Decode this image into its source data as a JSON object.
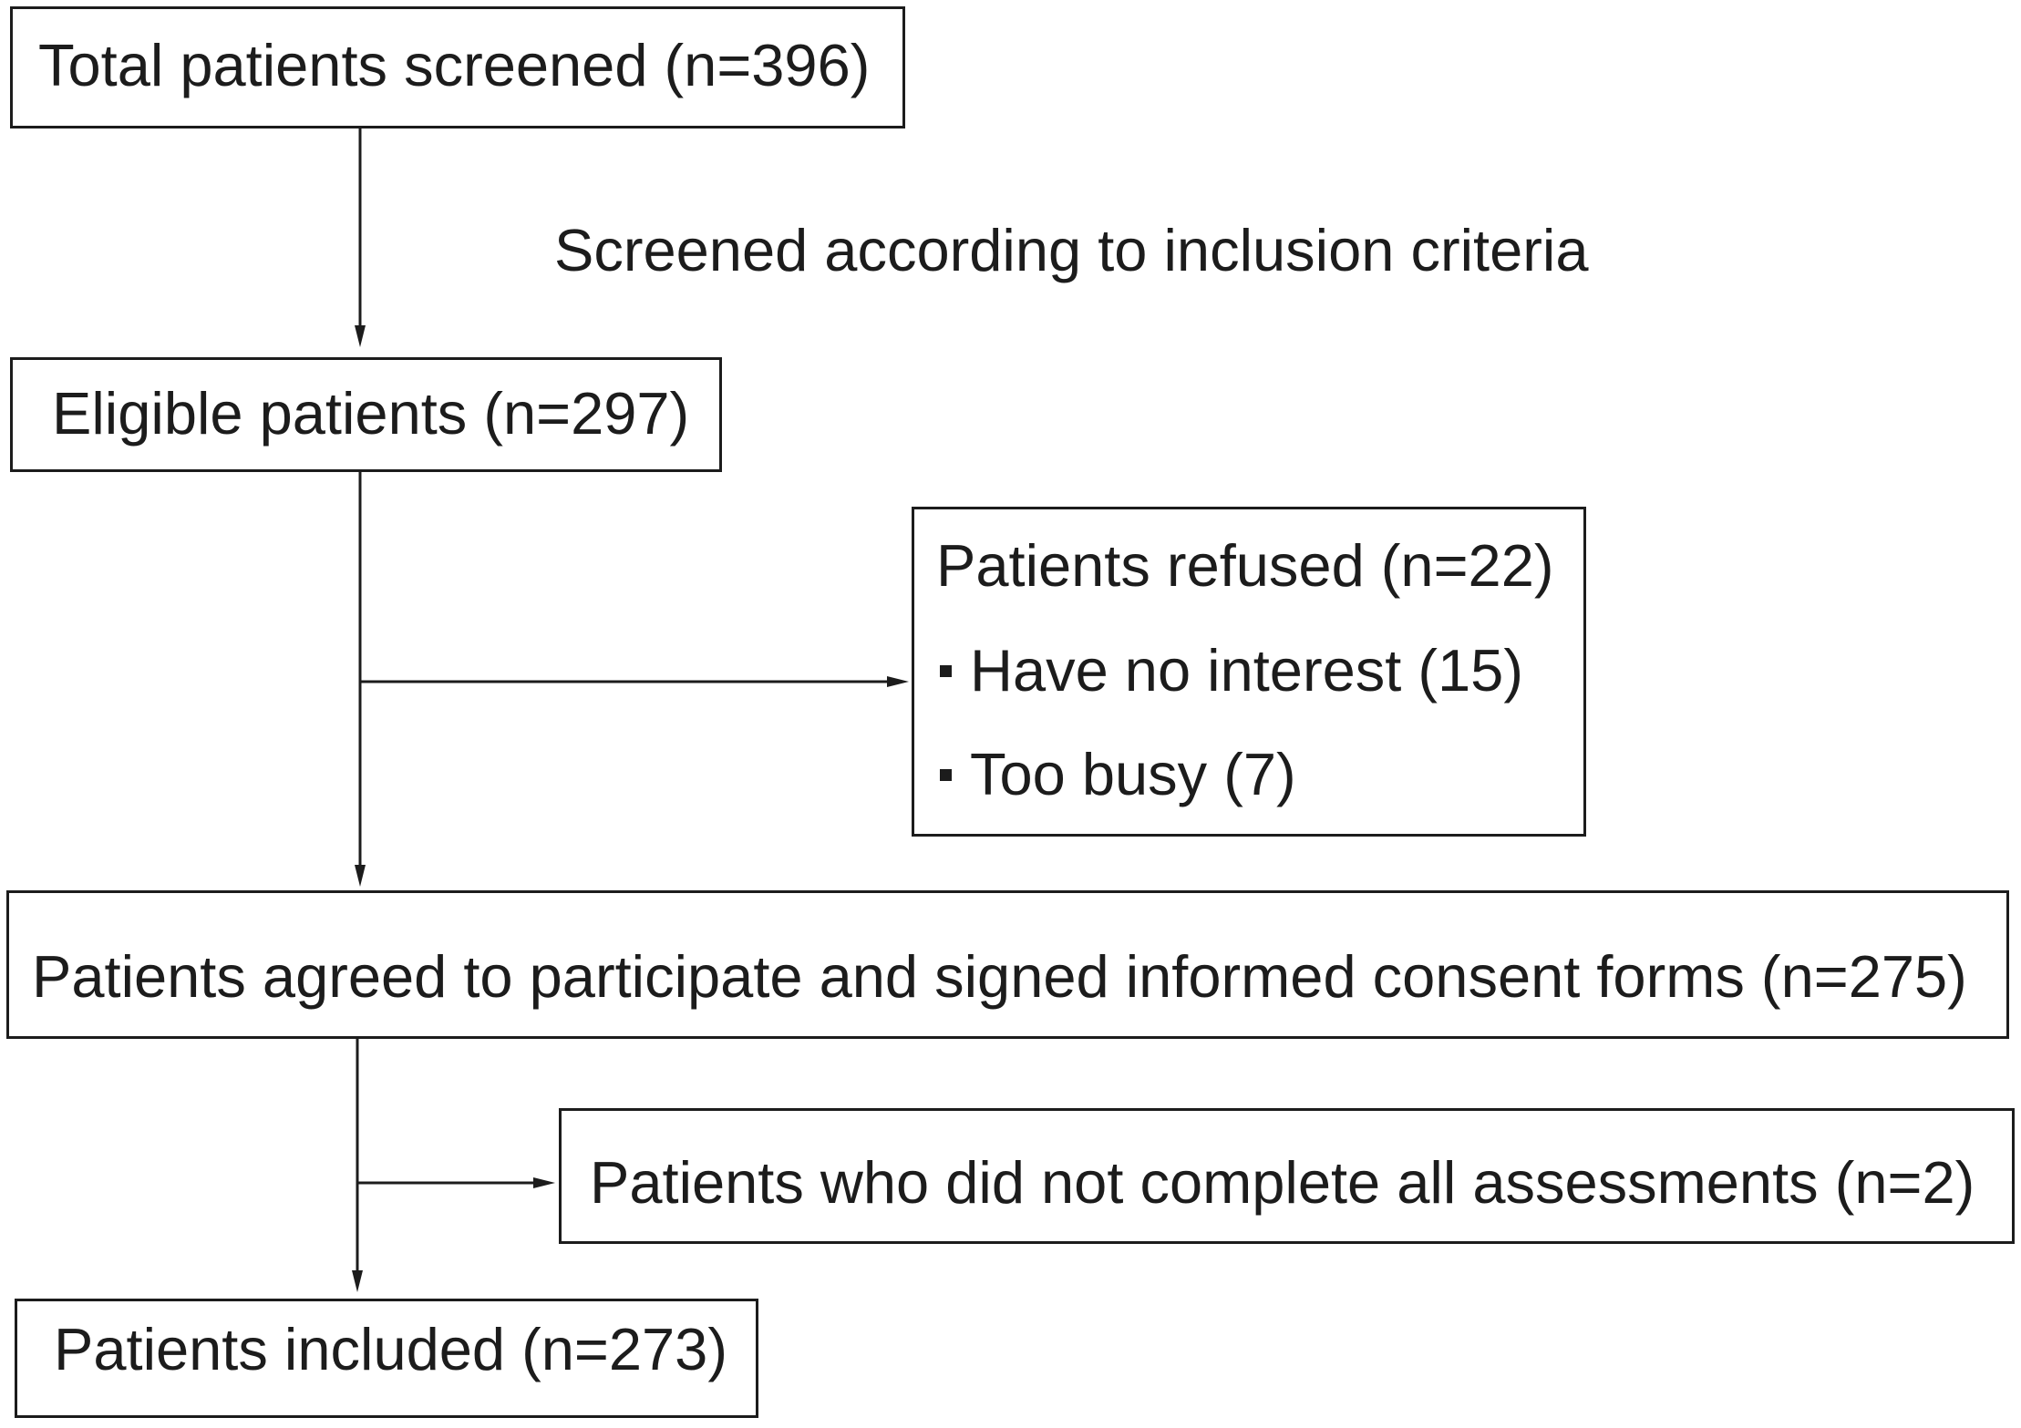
{
  "flowchart": {
    "screened": "Total patients screened (n=396)",
    "criteria_label": "Screened according to inclusion criteria",
    "eligible": "Eligible patients (n=297)",
    "refused": {
      "title": "Patients refused (n=22)",
      "reasons": [
        "Have no interest (15)",
        "Too busy (7)"
      ]
    },
    "agreed": "Patients agreed to participate and signed informed consent forms (n=275)",
    "incomplete": "Patients who did not complete all assessments (n=2)",
    "included": "Patients included (n=273)"
  },
  "colors": {
    "line": "#1c1c1c",
    "background": "#ffffff"
  }
}
